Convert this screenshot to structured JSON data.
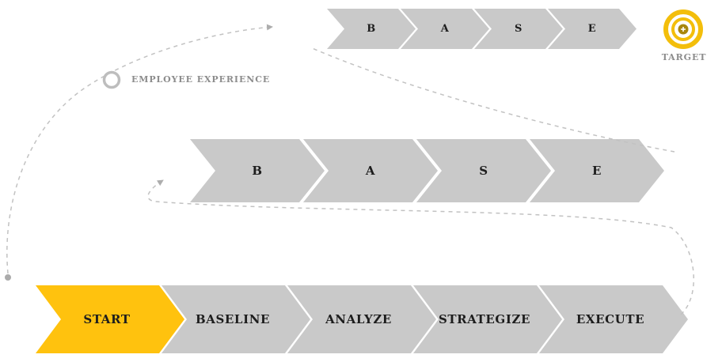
{
  "diagram": {
    "rows": {
      "main": {
        "items": [
          {
            "label": "START",
            "highlight": true
          },
          {
            "label": "BASELINE",
            "highlight": false
          },
          {
            "label": "ANALYZE",
            "highlight": false
          },
          {
            "label": "STRATEGIZE",
            "highlight": false
          },
          {
            "label": "EXECUTE",
            "highlight": false
          }
        ]
      },
      "middle": {
        "items": [
          {
            "label": "B"
          },
          {
            "label": "A"
          },
          {
            "label": "S"
          },
          {
            "label": "E"
          }
        ]
      },
      "top": {
        "items": [
          {
            "label": "B"
          },
          {
            "label": "A"
          },
          {
            "label": "S"
          },
          {
            "label": "E"
          }
        ]
      }
    },
    "annotations": {
      "employee_experience": "EMPLOYEE EXPERIENCE",
      "target": "TARGET"
    },
    "colors": {
      "highlight_yellow": "#FFC20E",
      "chevron_gray": "#C9C9C9",
      "connector_gray": "#C2C2C2",
      "muted_text": "#8D8D8D",
      "label_text": "#1D1D1D",
      "target_center": "#A8860D"
    },
    "icons": {
      "target": "target-bullseye-icon",
      "node": "employee-experience-node-icon",
      "start": "start-dot-icon",
      "arrow": "arrowhead-icon"
    }
  }
}
